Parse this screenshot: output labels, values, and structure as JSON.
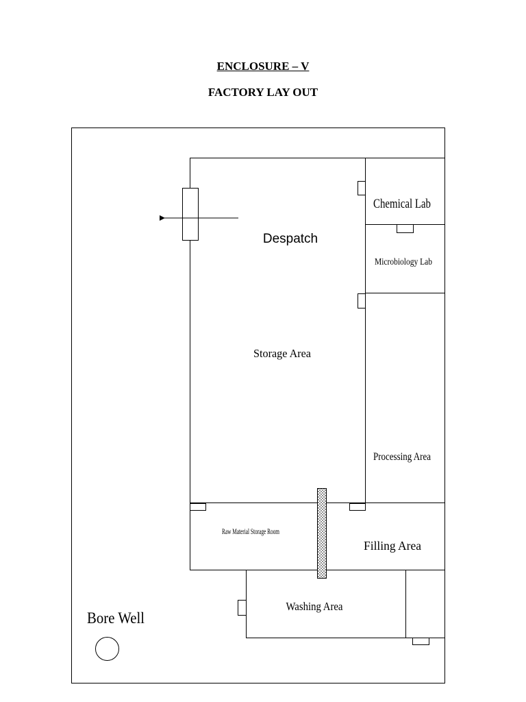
{
  "document": {
    "enclosure_title": "ENCLOSURE – V",
    "layout_title": "FACTORY LAY OUT"
  },
  "rooms": {
    "chemical_lab": "Chemical Lab",
    "microbiology_lab": "Microbiology Lab",
    "despatch": "Despatch",
    "storage_area": "Storage Area",
    "processing_area": "Processing Area",
    "raw_material_storage": "Raw Material Storage Room",
    "filling_area": "Filling Area",
    "washing_area": "Washing Area",
    "bore_well": "Bore Well"
  }
}
